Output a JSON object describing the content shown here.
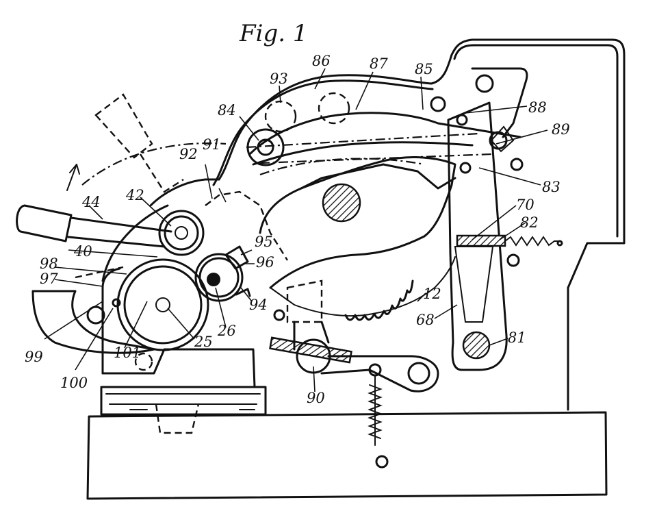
{
  "figure": {
    "title": "Fig. 1",
    "labels": {
      "l12": "12",
      "l25": "25",
      "l26": "26",
      "l40": "40",
      "l42": "42",
      "l44": "44",
      "l68": "68",
      "l70": "70",
      "l81": "81",
      "l82": "82",
      "l83": "83",
      "l84": "84",
      "l85": "85",
      "l86": "86",
      "l87": "87",
      "l88": "88",
      "l89": "89",
      "l90": "90",
      "l91": "91",
      "l92": "92",
      "l93": "93",
      "l94": "94",
      "l95": "95",
      "l96": "96",
      "l97": "97",
      "l98": "98",
      "l99": "99",
      "l100": "100",
      "l101": "101"
    }
  },
  "style": {
    "ink": "#111111",
    "paper": "#ffffff"
  }
}
